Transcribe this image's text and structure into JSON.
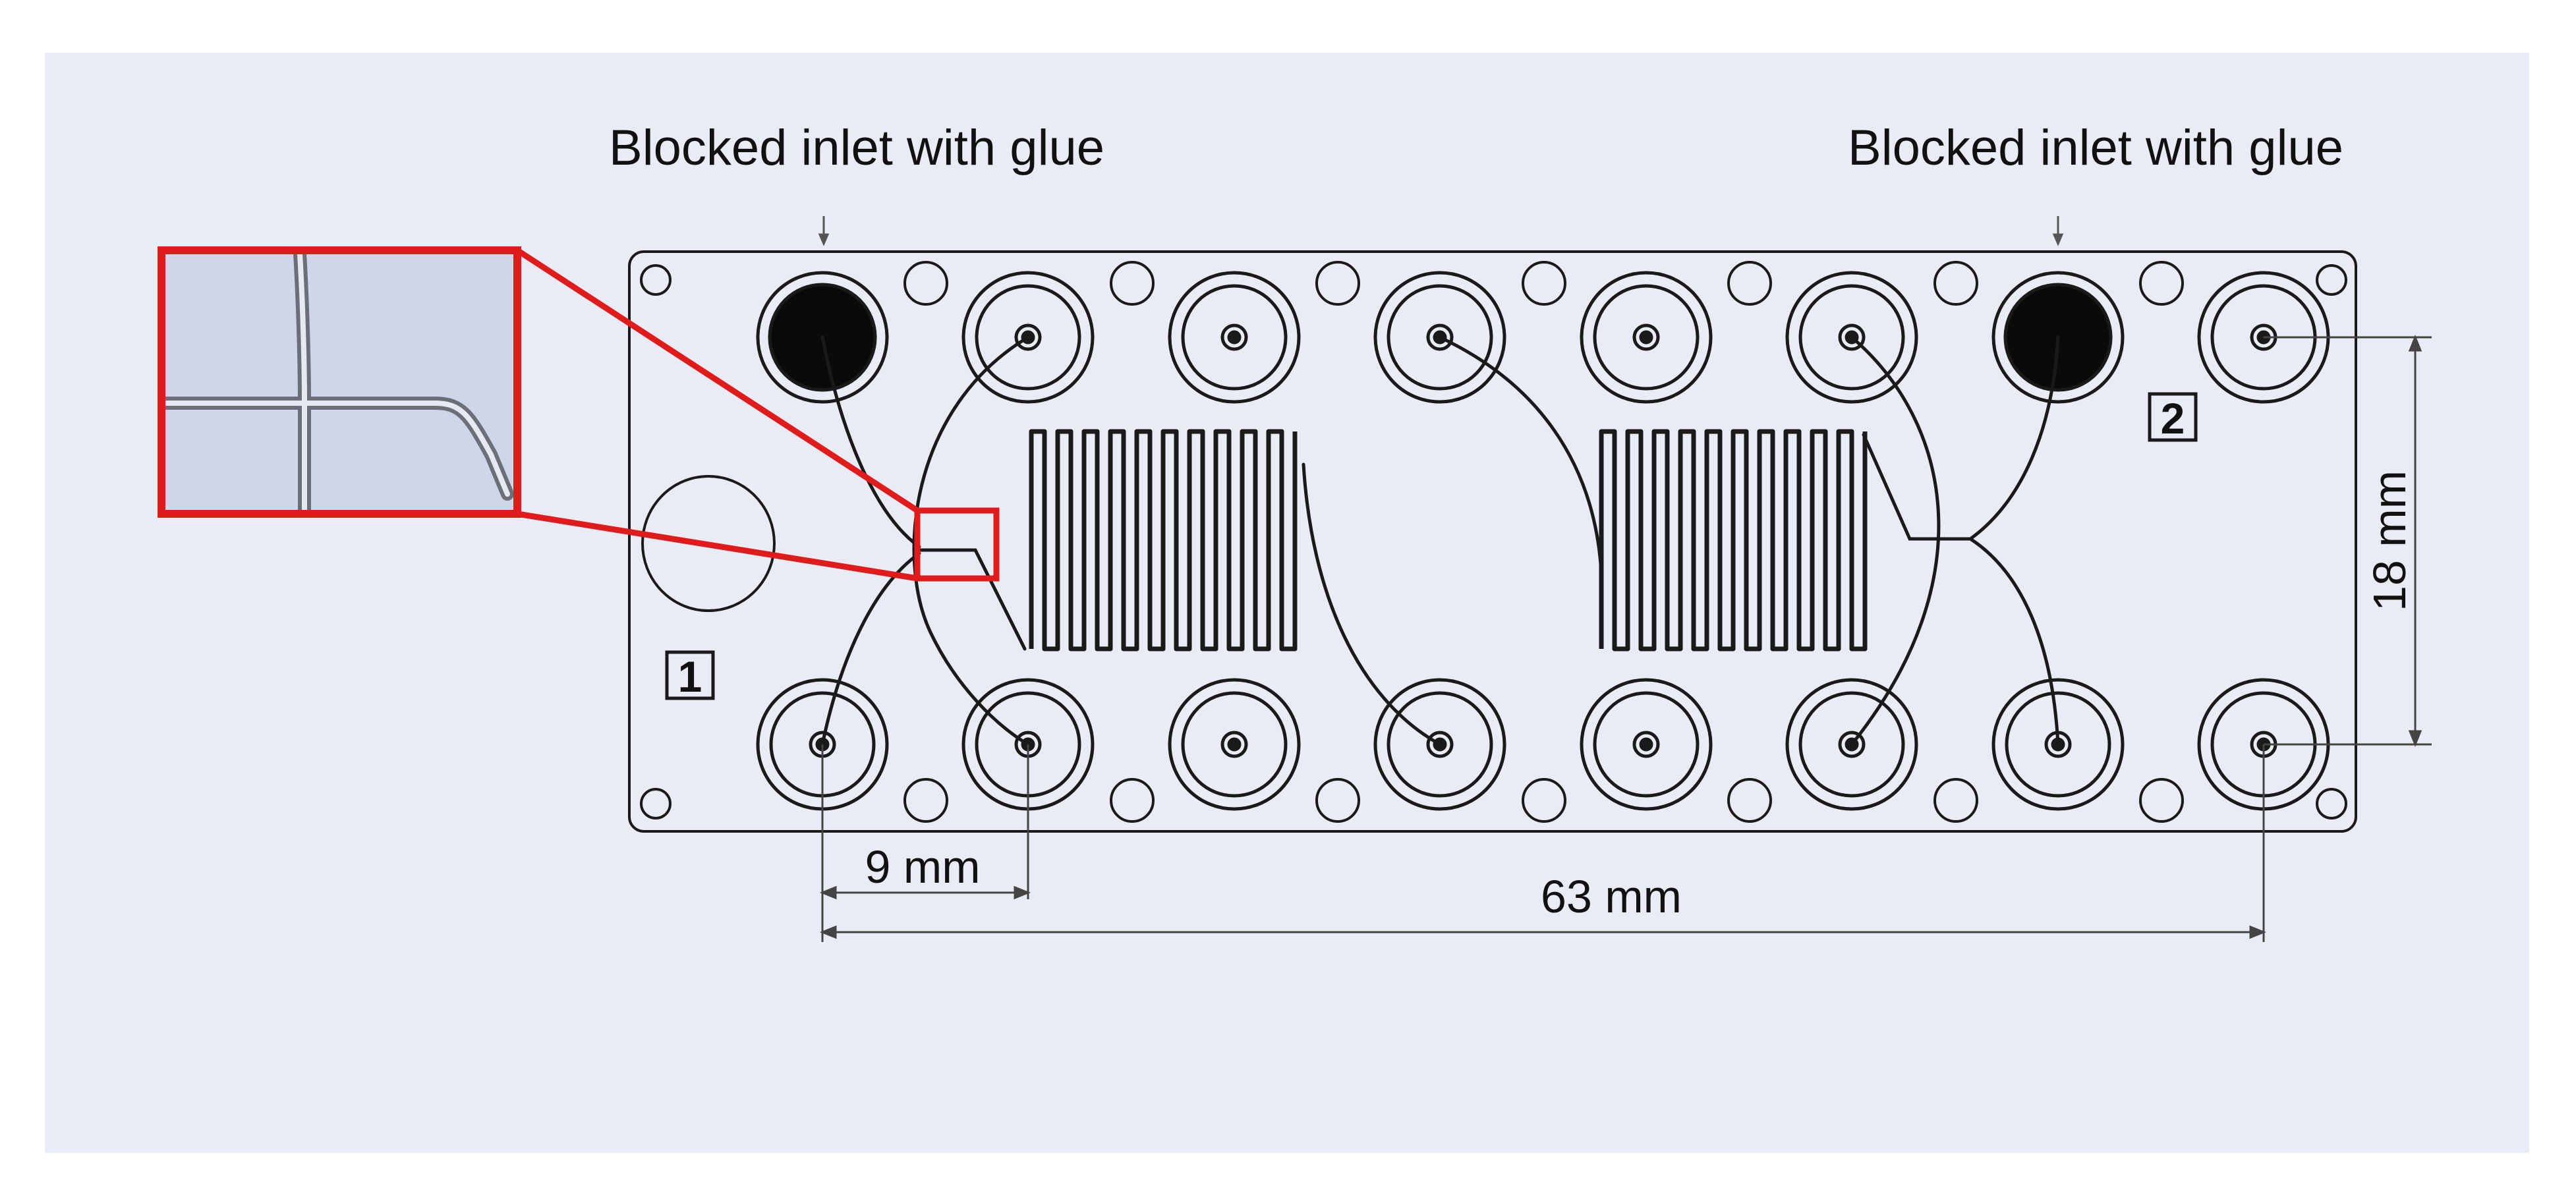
{
  "annotations": {
    "blocked_left": "Blocked inlet with glue",
    "blocked_right": "Blocked inlet with glue"
  },
  "markers": {
    "one": "1",
    "two": "2"
  },
  "dimensions": {
    "pitch": "9 mm",
    "total_length": "63 mm",
    "row_spacing": "18 mm"
  },
  "colors": {
    "background": "#e9ecf5",
    "line": "#1a1a1a",
    "highlight": "#e01b1b",
    "inset_fill": "#cfd6ea",
    "blocked_fill": "#0a0a0a"
  }
}
